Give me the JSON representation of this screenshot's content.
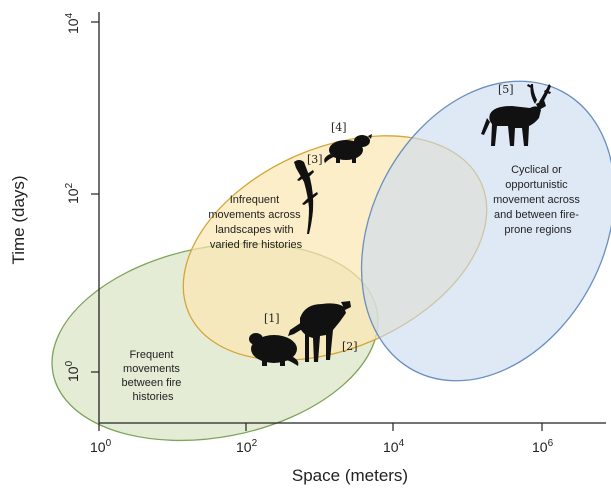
{
  "axes": {
    "xlabel": "Space (meters)",
    "ylabel": "Time (days)",
    "x_ticks": [
      {
        "base": "10",
        "exp": "0"
      },
      {
        "base": "10",
        "exp": "2"
      },
      {
        "base": "10",
        "exp": "4"
      },
      {
        "base": "10",
        "exp": "6"
      }
    ],
    "y_ticks": [
      {
        "base": "10",
        "exp": "0"
      },
      {
        "base": "10",
        "exp": "2"
      },
      {
        "base": "10",
        "exp": "4"
      }
    ]
  },
  "regions": [
    {
      "lines": [
        "Frequent",
        "movements",
        "between fire",
        "histories"
      ],
      "color": "#7fa35a"
    },
    {
      "lines": [
        "Infrequent",
        "movements across",
        "landscapes with",
        "varied fire histories"
      ],
      "color": "#d4a63a"
    },
    {
      "lines": [
        "Cyclical or",
        "opportunistic",
        "movement across",
        "and between fire-",
        "prone regions"
      ],
      "color": "#6b8fbf"
    }
  ],
  "animals": [
    {
      "ref": "[1]",
      "icon": "small-mammal-icon"
    },
    {
      "ref": "[2]",
      "icon": "ungulate-icon"
    },
    {
      "ref": "[3]",
      "icon": "lizard-icon"
    },
    {
      "ref": "[4]",
      "icon": "rodent-icon"
    },
    {
      "ref": "[5]",
      "icon": "caribou-icon"
    }
  ]
}
